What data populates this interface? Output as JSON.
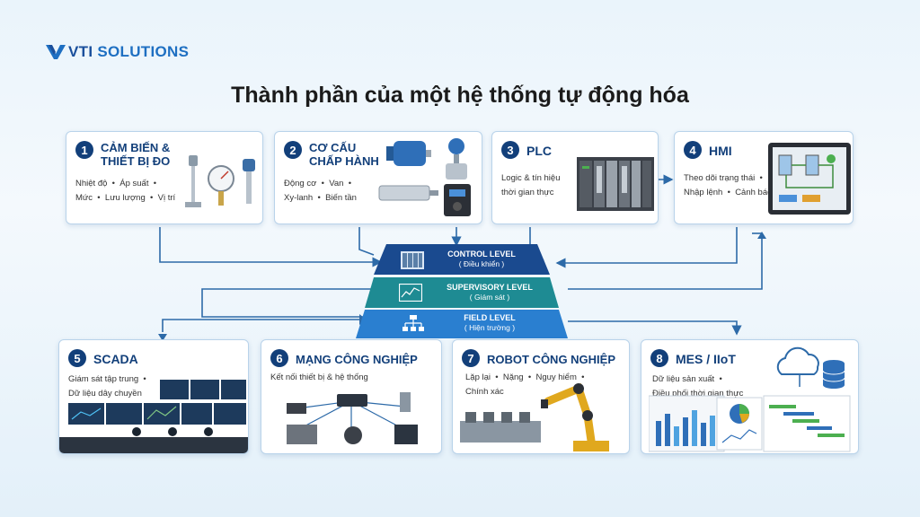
{
  "brand": {
    "name_prefix": "VTI",
    "name_suffix": " SOLUTIONS"
  },
  "title": "Thành phần của một hệ thống tự động hóa",
  "top_cards": [
    {
      "num": "1",
      "title": "CẢM BIẾN &\nTHIẾT BỊ ĐO",
      "desc": "Nhiệt độ  •  Áp suất  •\nMức  •  Lưu lượng  •  Vị trí"
    },
    {
      "num": "2",
      "title": "CƠ CẤU\nCHẤP HÀNH",
      "desc": "Động cơ  •  Van  •\nXy-lanh  •  Biến tần"
    },
    {
      "num": "3",
      "title": "PLC",
      "desc": "Logic & tín hiệu\nthời gian thực"
    },
    {
      "num": "4",
      "title": "HMI",
      "desc": "Theo dõi trạng thái  •\nNhập lệnh  •  Cảnh báo"
    }
  ],
  "bottom_cards": [
    {
      "num": "5",
      "title": "SCADA",
      "desc": "Giám sát tập trung  •\nDữ liệu dây chuyền"
    },
    {
      "num": "6",
      "title": "MẠNG CÔNG NGHIỆP",
      "desc": "Kết nối thiết bị & hệ thống"
    },
    {
      "num": "7",
      "title": "ROBOT CÔNG NGHIỆP",
      "desc": "Lặp lại  •  Nặng  •  Nguy hiểm  •\nChính xác"
    },
    {
      "num": "8",
      "title": "MES / IIoT",
      "desc": "Dữ liệu sản xuất  •\nĐiều phối thời gian thực"
    }
  ],
  "levels": [
    {
      "label": "CONTROL LEVEL",
      "sub": "( Điều khiển )"
    },
    {
      "label": "SUPERVISORY LEVEL",
      "sub": "( Giám sát )"
    },
    {
      "label": "FIELD LEVEL",
      "sub": "( Hiện trường )"
    }
  ],
  "colors": {
    "navy": "#123f7a",
    "control": "#1a4a8f",
    "supervisory": "#1e8b93",
    "field": "#2a7fd0",
    "connector": "#2d6aa8"
  }
}
